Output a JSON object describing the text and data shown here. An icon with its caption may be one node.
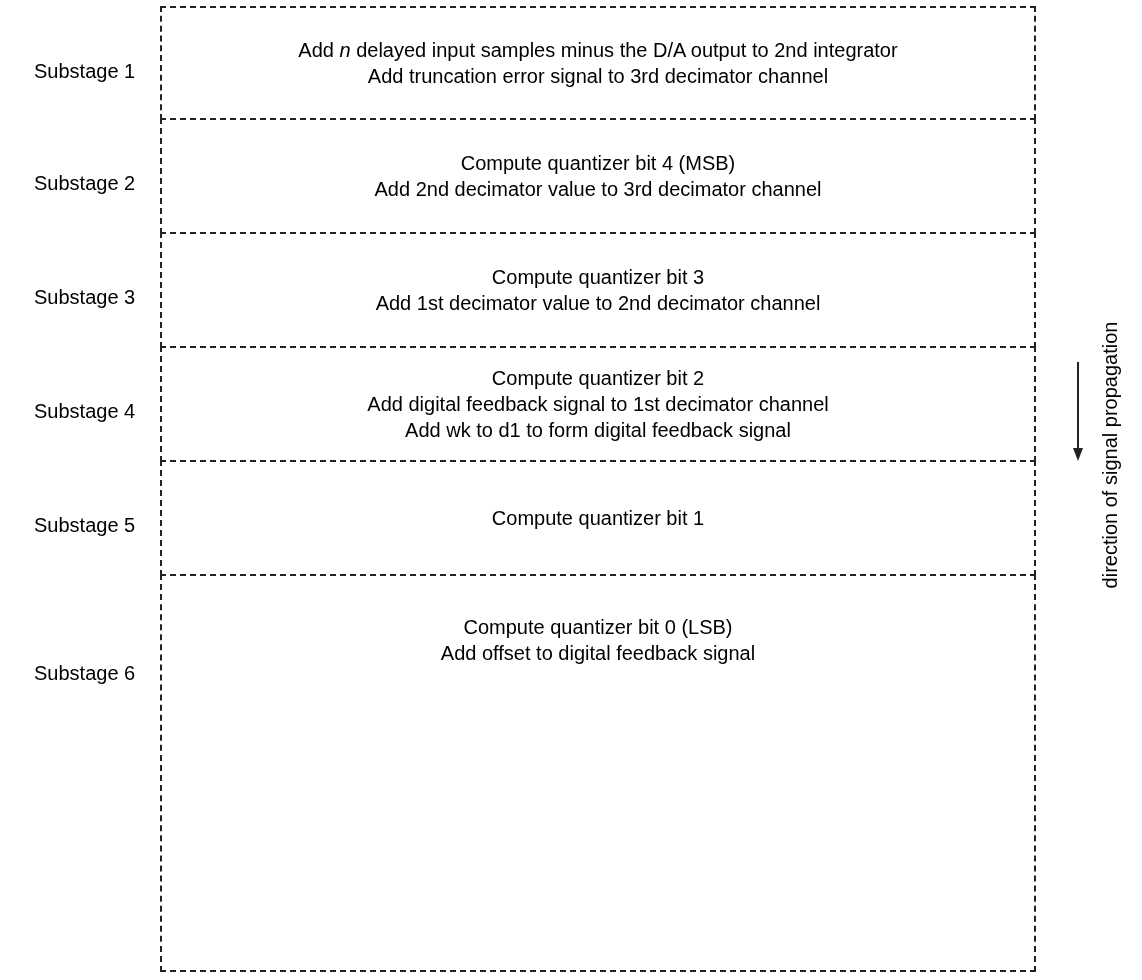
{
  "diagram": {
    "nodes": [
      {
        "text": [
          "Add *n* delayed input samples minus the D/A output to 2nd integrator",
          "Add truncation error signal to 3rd decimator channel"
        ],
        "beside": [
          "Substage 1"
        ]
      },
      {
        "text": [
          "Compute quantizer bit 4 (MSB)",
          "Add 2nd decimator value to 3rd decimator channel"
        ],
        "beside": [
          "Substage 2"
        ]
      },
      {
        "text": [
          "Compute quantizer bit 3",
          "Add 1st decimator value to 2nd decimator channel"
        ],
        "beside": [
          "Substage 3"
        ]
      },
      {
        "text": [
          "Compute quantizer bit 2",
          "Add digital feedback signal to 1st decimator channel",
          "Add wk to d1 to form digital feedback signal"
        ],
        "beside": [
          "Substage 4"
        ]
      },
      {
        "text": [
          "Compute quantizer bit 1"
        ],
        "beside": [
          "Substage 5"
        ]
      },
      {
        "text": [
          "Compute quantizer bit 0 (LSB)",
          "Add offset to digital feedback signal"
        ],
        "beside": [
          "Substage 6"
        ]
      }
    ],
    "labels": [
      "direction of signal propagation"
    ]
  }
}
